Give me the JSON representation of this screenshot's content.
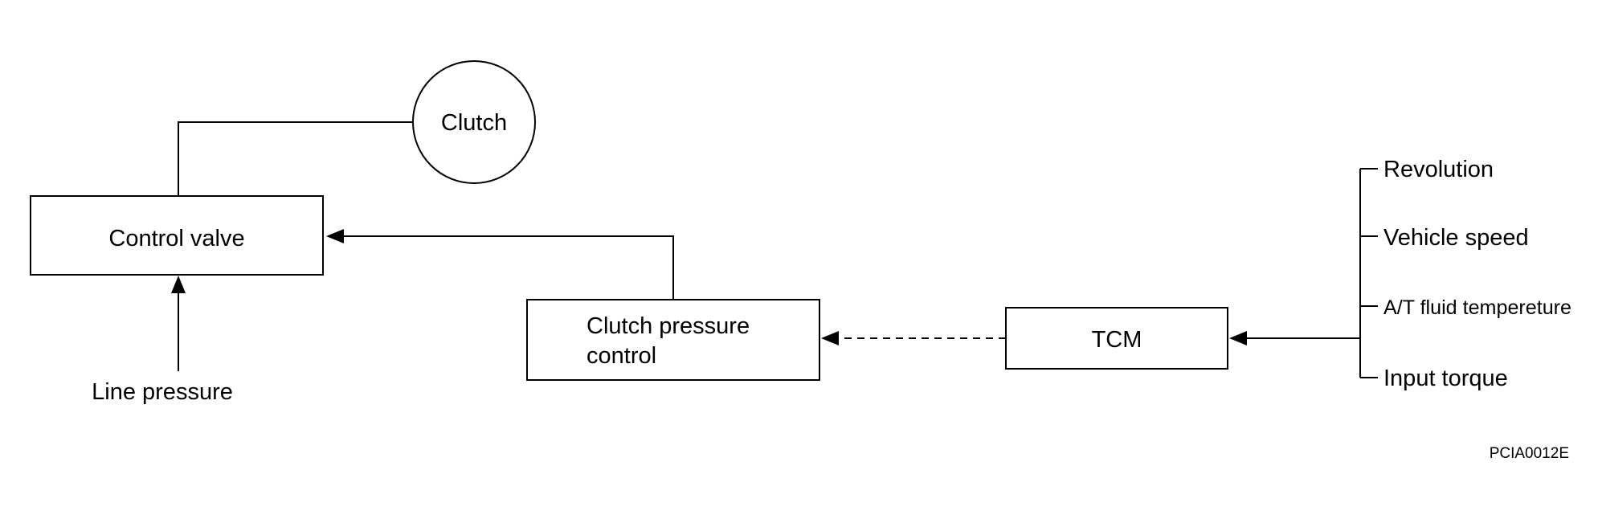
{
  "diagram": {
    "nodes": {
      "clutch": "Clutch",
      "control_valve": "Control valve",
      "line_pressure": "Line pressure",
      "clutch_pressure_control_line1": "Clutch pressure",
      "clutch_pressure_control_line2": "control",
      "tcm": "TCM"
    },
    "inputs": [
      "Revolution",
      "Vehicle speed",
      "A/T fluid tempereture",
      "Input torque"
    ],
    "figure_code": "PCIA0012E"
  },
  "colors": {
    "line": "#000000",
    "background": "#ffffff"
  }
}
